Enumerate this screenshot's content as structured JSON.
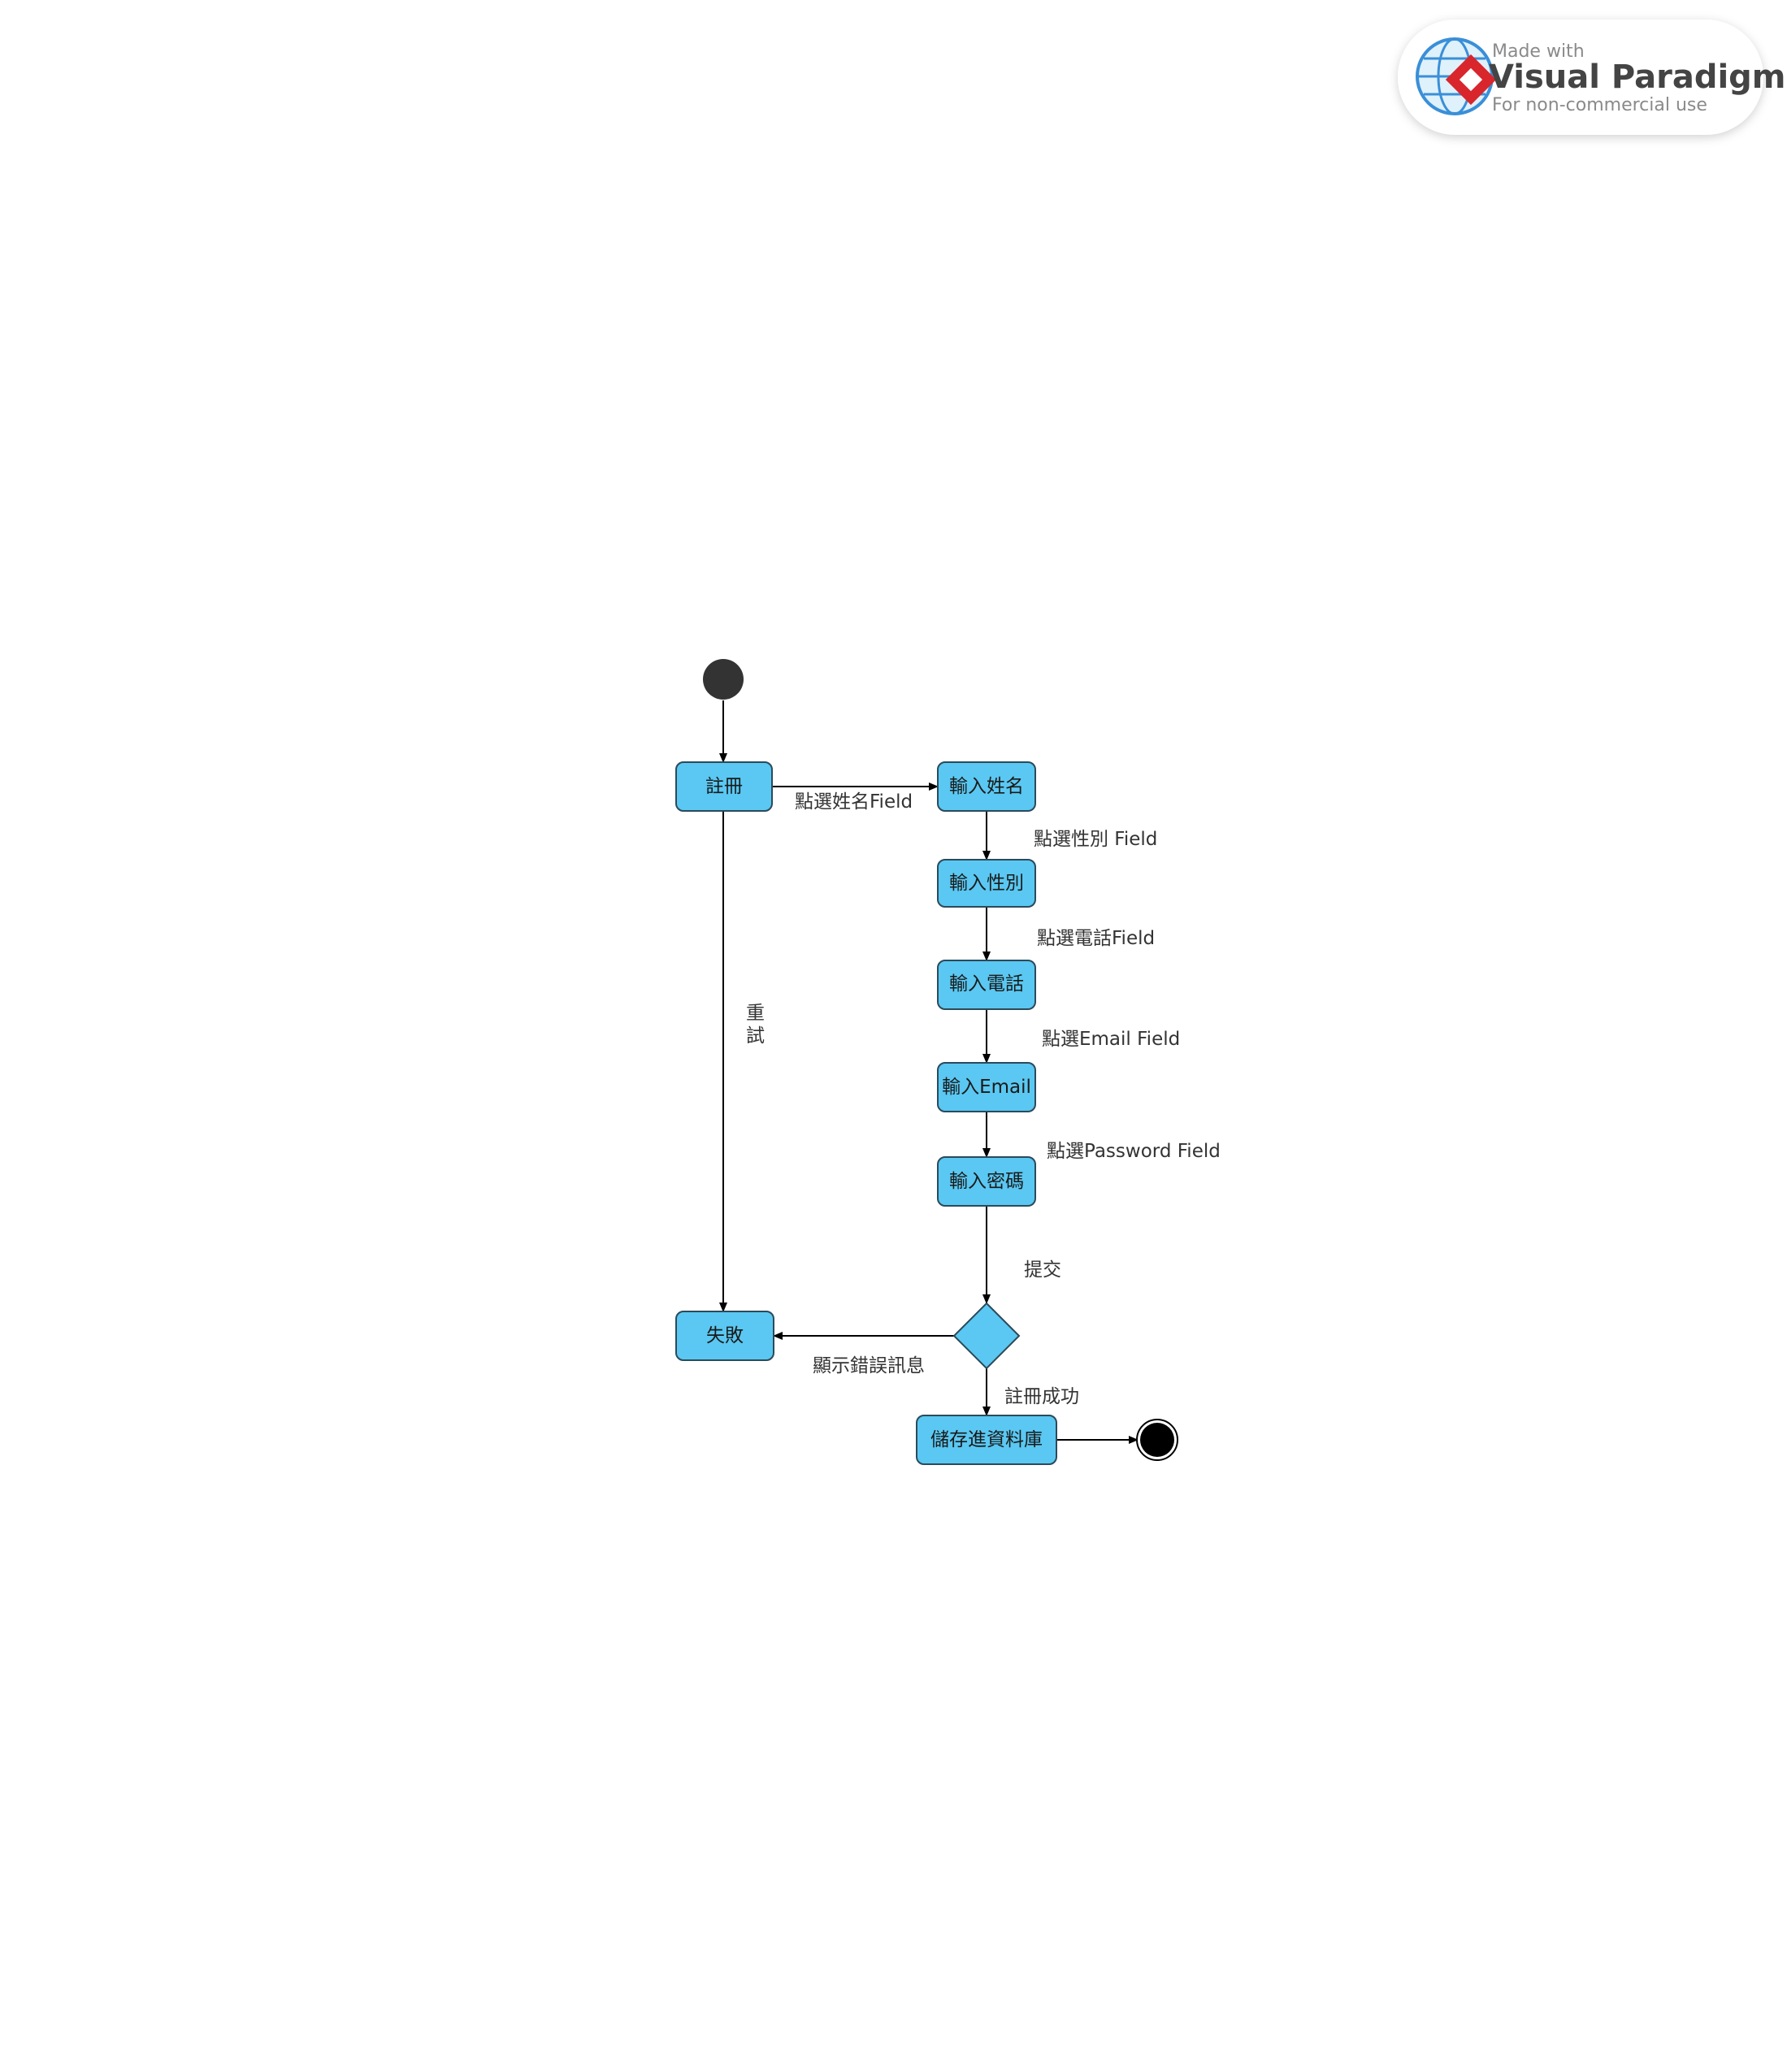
{
  "watermark": {
    "line1": "Made with",
    "line2": "Visual Paradigm",
    "line3": "For non-commercial use"
  },
  "nodes": {
    "register": "註冊",
    "enter_name": "輸入姓名",
    "enter_gender": "輸入性別",
    "enter_phone": "輸入電話",
    "enter_email": "輸入Email",
    "enter_password": "輸入密碼",
    "fail": "失敗",
    "save_db": "儲存進資料庫"
  },
  "edges": {
    "click_name": "點選姓名Field",
    "click_gender": "點選性別 Field",
    "click_phone": "點選電話Field",
    "click_email": "點選Email Field",
    "click_password": "點選Password Field",
    "submit": "提交",
    "retry_1": "重",
    "retry_2": "試",
    "show_error": "顯示錯誤訊息",
    "register_success": "註冊成功"
  },
  "colors": {
    "action_fill": "#5ac8f2",
    "action_stroke": "#2b4a5a",
    "start_fill": "#333333",
    "end_fill": "#000000",
    "logo_red": "#d8262c",
    "logo_blue": "#3a8fd8"
  }
}
